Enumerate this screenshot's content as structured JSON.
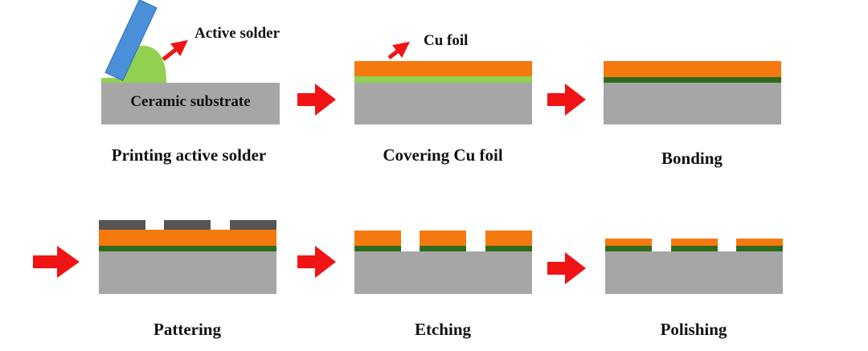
{
  "labels": {
    "active_solder_callout": "Active solder",
    "cu_foil_callout": "Cu foil",
    "ceramic_substrate": "Ceramic substrate"
  },
  "steps": [
    {
      "caption": "Printing active solder"
    },
    {
      "caption": "Covering Cu foil"
    },
    {
      "caption": "Bonding"
    },
    {
      "caption": "Pattering"
    },
    {
      "caption": "Etching"
    },
    {
      "caption": "Polishing"
    }
  ],
  "colors": {
    "substrate": "#a6a6a6",
    "active_solder_paste": "#92d050",
    "bonded_layer": "#2e6b1e",
    "cu_foil": "#f47a10",
    "mask": "#555555",
    "squeegee": "#4a90d9",
    "arrow": "#f01414"
  }
}
